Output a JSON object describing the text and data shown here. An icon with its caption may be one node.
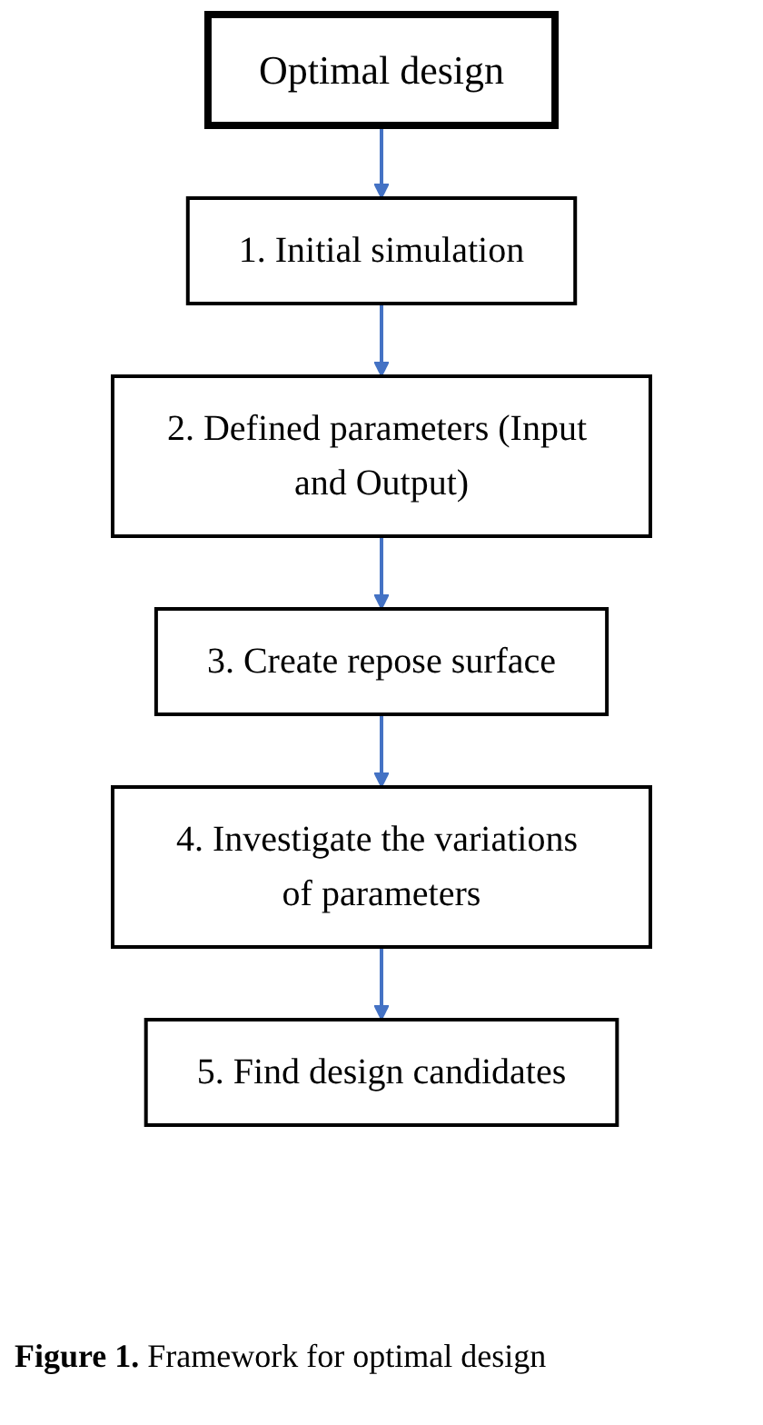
{
  "diagram": {
    "caption": "**Figure 1.** Framework for optimal design",
    "nodes": [
      {
        "text": [
          "Optimal design"
        ]
      },
      {
        "text": [
          "1. Initial simulation"
        ]
      },
      {
        "text": [
          "2. Defined parameters (Input and Output)"
        ]
      },
      {
        "text": [
          "3. Create repose surface"
        ]
      },
      {
        "text": [
          "4. Investigate the variations of parameters"
        ]
      },
      {
        "text": [
          "5. Find design candidates"
        ]
      }
    ],
    "edges": [
      {
        "from": 0,
        "to": 1,
        "arrow": "to"
      },
      {
        "from": 1,
        "to": 2,
        "arrow": "to"
      },
      {
        "from": 2,
        "to": 3,
        "arrow": "to"
      },
      {
        "from": 3,
        "to": 4,
        "arrow": "to"
      },
      {
        "from": 4,
        "to": 5,
        "arrow": "to"
      }
    ]
  }
}
